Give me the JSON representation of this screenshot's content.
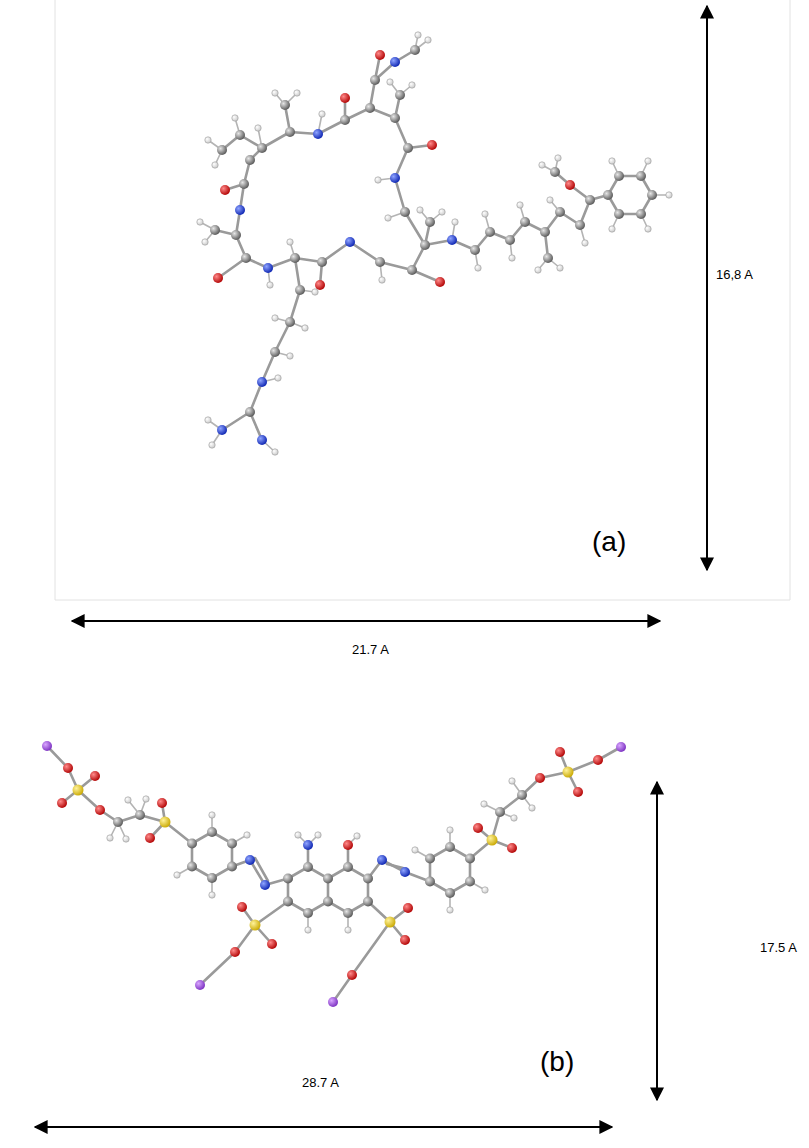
{
  "diagram": {
    "labels": [
      "16,8 A",
      "(a)",
      "21.7 A",
      "17.5 A",
      "(b)",
      "28.7 A"
    ]
  }
}
